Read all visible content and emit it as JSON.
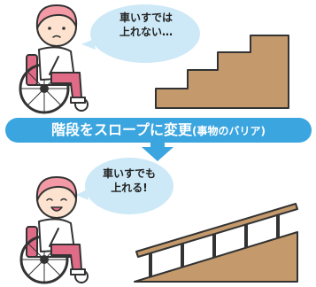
{
  "colors": {
    "banner": "#3ba5e0",
    "arrow": "#3ba5e0",
    "bubble": "#cde9f7",
    "hair": "#f49aa6",
    "chair_seat": "#e06b86",
    "skin": "#fde3cf",
    "wood": "#c49a6c",
    "outline": "#333333"
  },
  "icons": {
    "person_top": "wheelchair-user-worried",
    "person_bottom": "wheelchair-user-happy",
    "stairs": "staircase",
    "ramp": "ramp-with-handrail",
    "arrow": "down-arrow"
  },
  "bubble_top": {
    "line1": "車いすでは",
    "line2": "上れない…"
  },
  "bubble_bottom": {
    "line1": "車いすでも",
    "line2": "上れる!"
  },
  "banner": {
    "main": "階段をスロープに変更",
    "sub": "(事物のバリア)"
  }
}
